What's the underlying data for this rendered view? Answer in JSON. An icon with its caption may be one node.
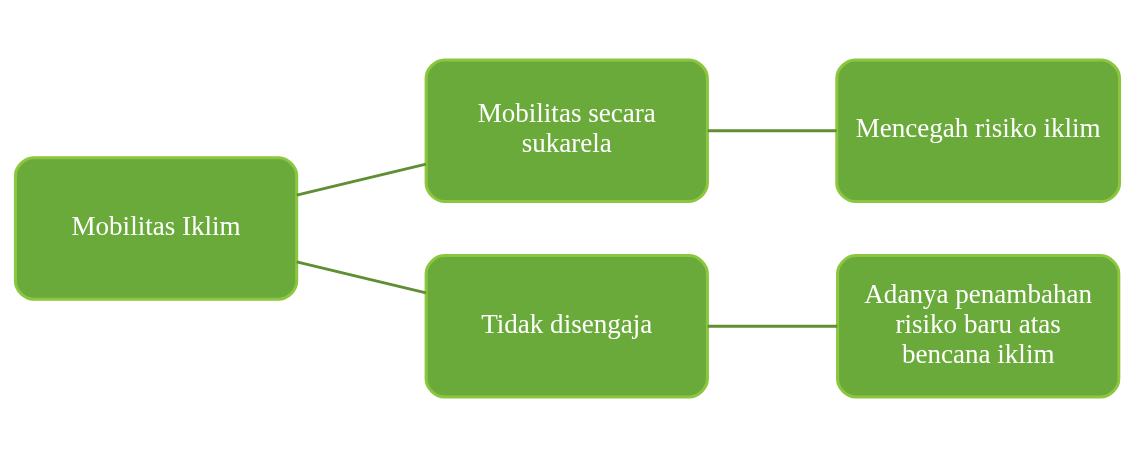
{
  "diagram": {
    "nodes": [
      {
        "text": [
          "Mobilitas Iklim"
        ]
      },
      {
        "text": [
          "Mobilitas secara sukarela"
        ]
      },
      {
        "text": [
          "Mencegah risiko iklim"
        ]
      },
      {
        "text": [
          "Tidak disengaja"
        ]
      },
      {
        "text": [
          "Adanya penambahan risiko baru atas bencana iklim"
        ]
      }
    ],
    "edges": [
      {
        "from": 0,
        "to": 1,
        "arrow": "none"
      },
      {
        "from": 1,
        "to": 2,
        "arrow": "none"
      },
      {
        "from": 0,
        "to": 3,
        "arrow": "none"
      },
      {
        "from": 3,
        "to": 4,
        "arrow": "none"
      }
    ]
  }
}
